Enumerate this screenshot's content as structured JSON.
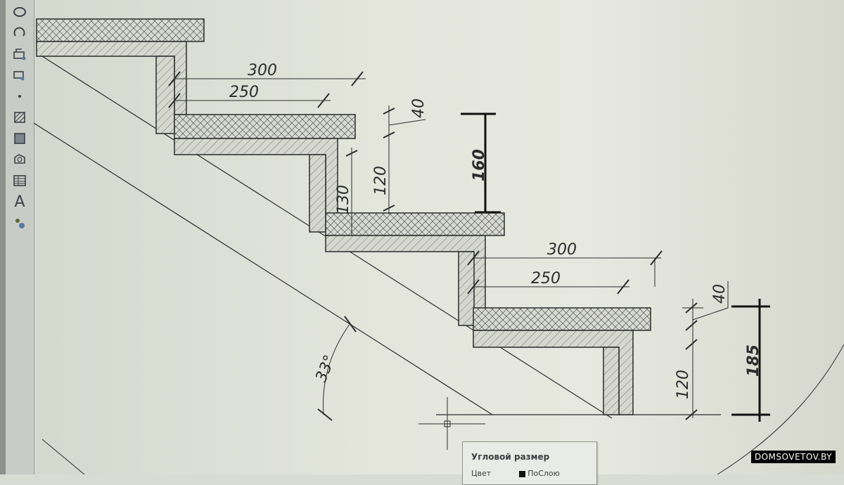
{
  "toolbar": {
    "items": [
      {
        "icon": "ellipse-icon"
      },
      {
        "icon": "arc-icon"
      },
      {
        "icon": "block-insert-icon"
      },
      {
        "icon": "make-block-icon"
      },
      {
        "icon": "point-icon"
      },
      {
        "icon": "hatch-icon"
      },
      {
        "icon": "gradient-icon"
      },
      {
        "icon": "region-icon"
      },
      {
        "icon": "table-icon"
      },
      {
        "icon": "text-icon",
        "glyph": "A"
      },
      {
        "icon": "add-selected-icon"
      }
    ]
  },
  "drawing": {
    "dimensions": {
      "upper_tread_depth": "300",
      "upper_tread_run": "250",
      "upper_tread_thickness": "40",
      "upper_riser_height": "120",
      "upper_riser_board": "130",
      "upper_step_height": "160",
      "lower_tread_depth": "300",
      "lower_tread_run": "250",
      "lower_tread_thickness": "40",
      "lower_riser_height": "120",
      "lower_step_height": "185",
      "stringer_angle": "33°"
    },
    "colors": {
      "line": "#2a2c2e",
      "bold_dim": "#111111",
      "hatch_fill": "#d6d8cf"
    }
  },
  "props_panel": {
    "title": "Угловой размер",
    "row_label": "Цвет",
    "row_value": "ПоСлою"
  },
  "watermark": "DOMSOVETOV.BY"
}
